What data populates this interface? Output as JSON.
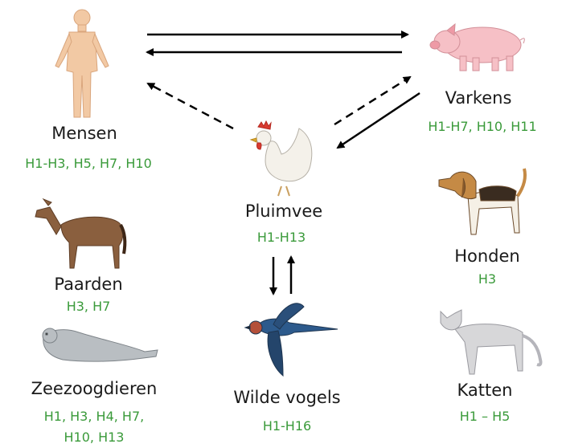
{
  "nodes": {
    "mensen": {
      "name": "Mensen",
      "subtypes": [
        "H1-H3, H5, H7, H10"
      ]
    },
    "varkens": {
      "name": "Varkens",
      "subtypes": [
        "H1-H7, H10, H11"
      ]
    },
    "pluimvee": {
      "name": "Pluimvee",
      "subtypes": [
        "H1-H13"
      ]
    },
    "paarden": {
      "name": "Paarden",
      "subtypes": [
        "H3, H7"
      ]
    },
    "honden": {
      "name": "Honden",
      "subtypes": [
        "H3"
      ]
    },
    "zee": {
      "name": "Zeezoogdieren",
      "subtypes": [
        "H1, H3, H4, H7,",
        "H10, H13"
      ]
    },
    "wilde": {
      "name": "Wilde vogels",
      "subtypes": [
        "H1-H16"
      ]
    },
    "katten": {
      "name": "Katten",
      "subtypes": [
        "H1 – H5"
      ]
    }
  },
  "colors": {
    "label": "#1a1a1a",
    "subtype": "#3a9a3a",
    "arrow": "#000000"
  },
  "icons": [
    "human-icon",
    "pig-icon",
    "chicken-icon",
    "horse-icon",
    "dog-icon",
    "seal-icon",
    "swallow-icon",
    "cat-icon"
  ]
}
